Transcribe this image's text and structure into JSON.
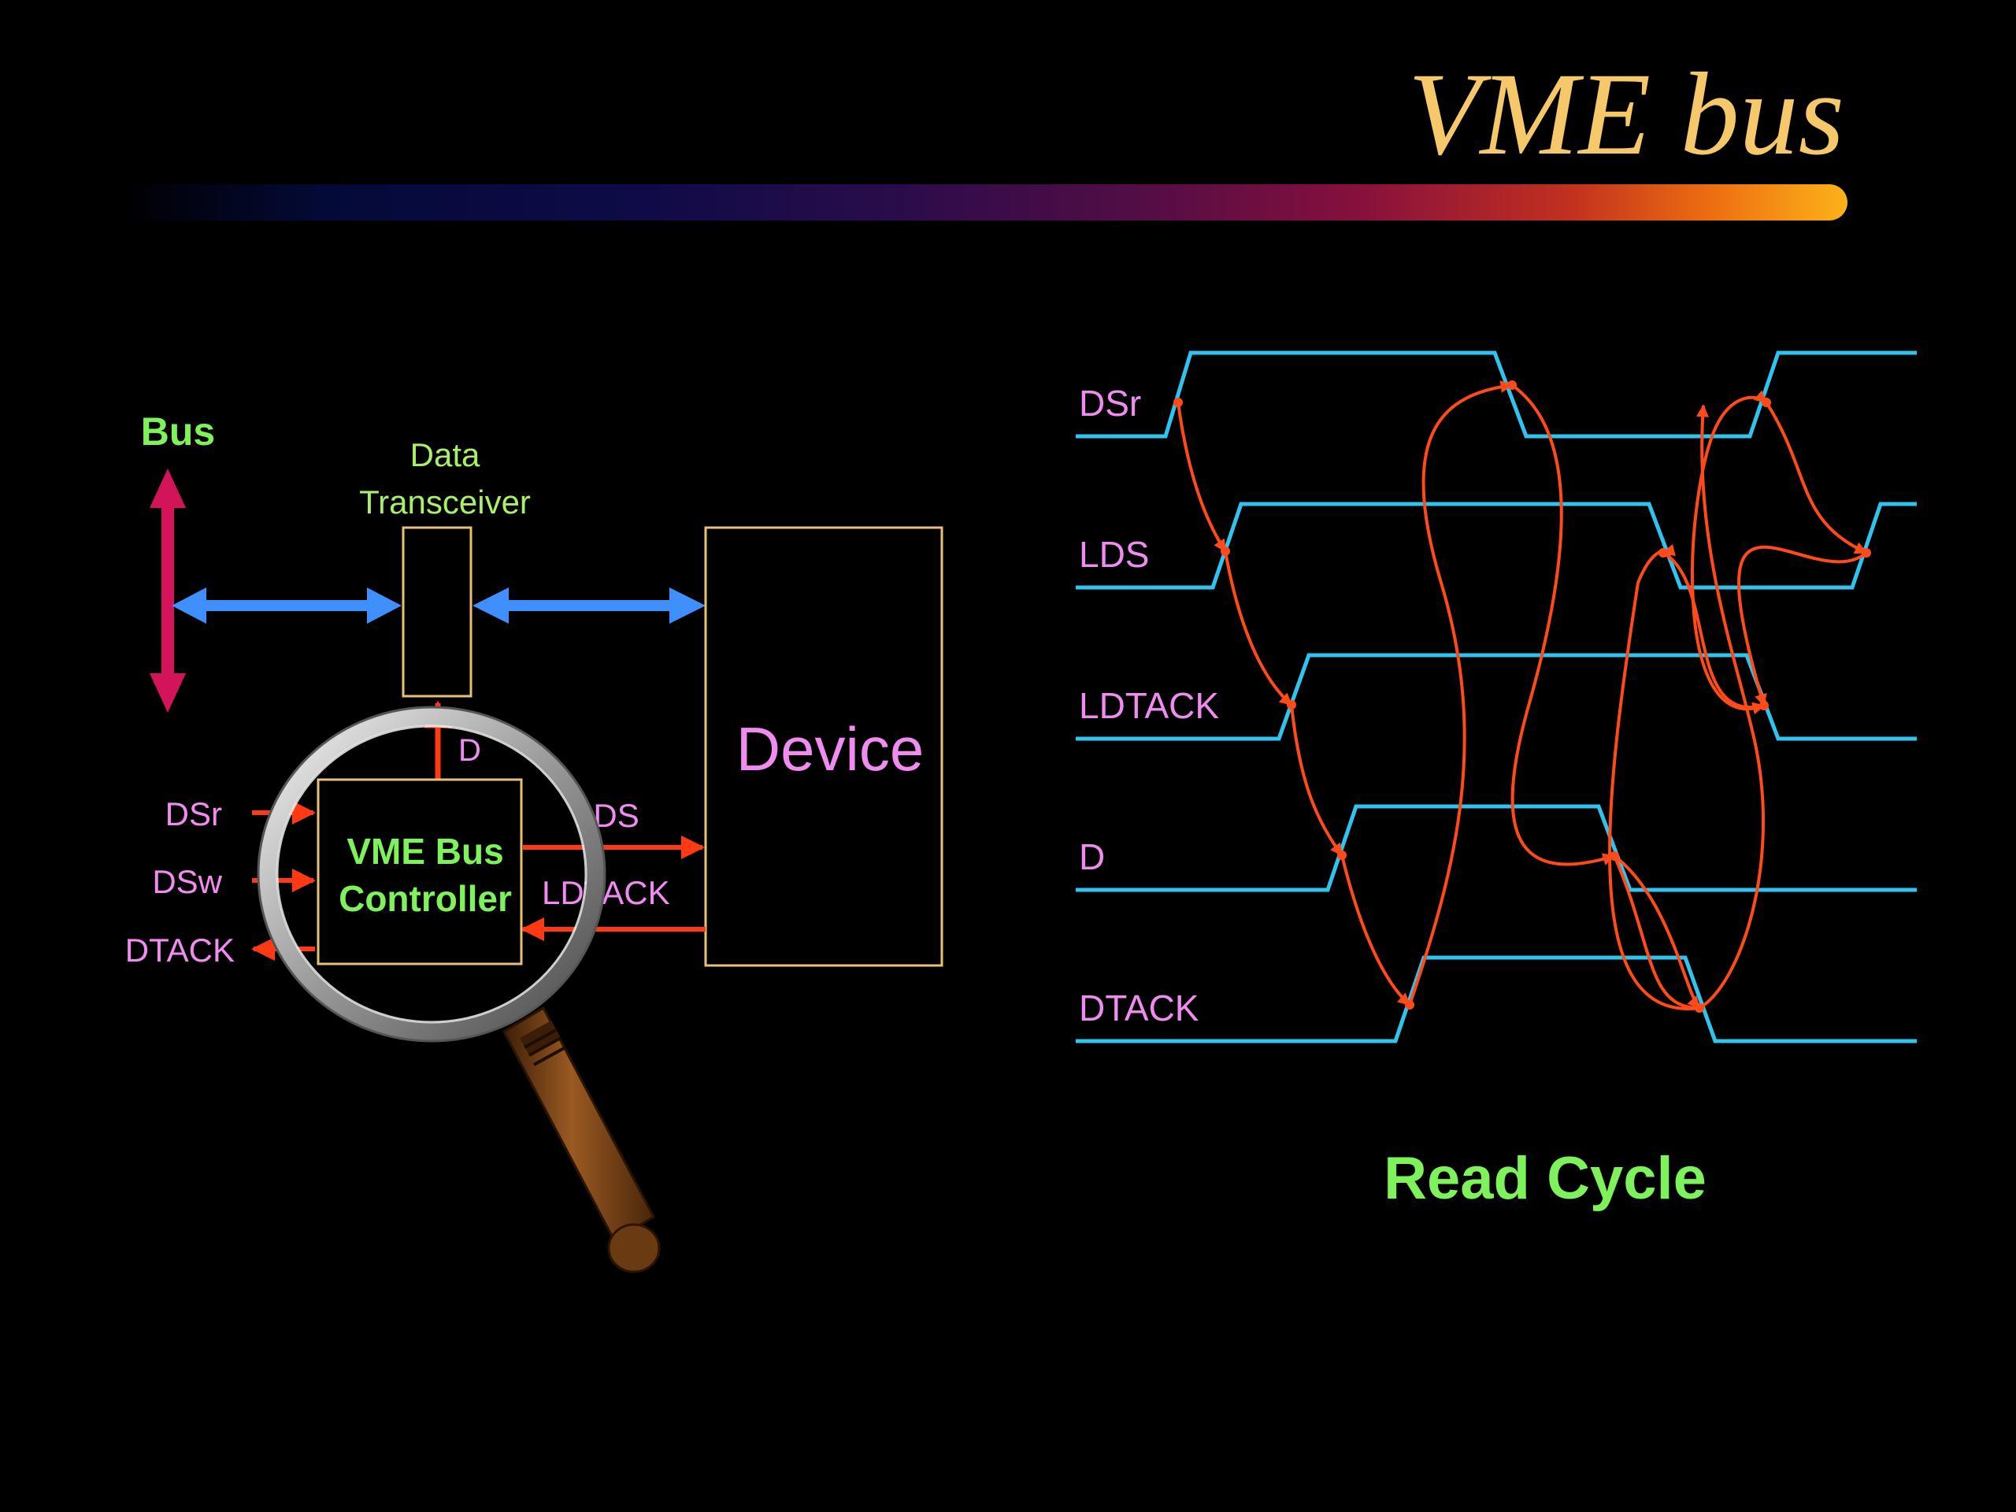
{
  "slide": {
    "title": "VME bus"
  },
  "block_diagram": {
    "bus_label": "Bus",
    "transceiver_label_line1": "Data",
    "transceiver_label_line2": "Transceiver",
    "device_label": "Device",
    "controller_label_line1": "VME Bus",
    "controller_label_line2": "Controller",
    "data_signal_label": "D",
    "left_signals": [
      "DSr",
      "DSw",
      "DTACK"
    ],
    "right_signals": [
      "LDS",
      "LDTACK"
    ]
  },
  "timing_diagram": {
    "signals": [
      "DSr",
      "LDS",
      "LDTACK",
      "D",
      "DTACK"
    ],
    "caption": "Read Cycle"
  },
  "colors": {
    "title": "#f5c96a",
    "waveform": "#2ec4ee",
    "causality": "#ff4a1a",
    "bus_arrow": "#d4145a",
    "data_arrow": "#3f8fff",
    "green_label": "#7ef25a",
    "pink_label": "#f08cf0",
    "box_outline": "#e8c07a"
  }
}
